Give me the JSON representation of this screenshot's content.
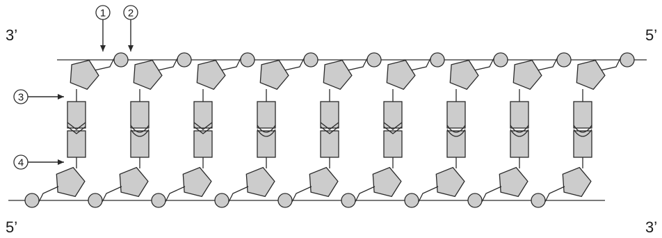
{
  "ends": {
    "top_left": "3’",
    "top_right": "5’",
    "bottom_left": "5’",
    "bottom_right": "3’"
  },
  "callouts": [
    "1",
    "2",
    "3",
    "4"
  ],
  "base_pairs": [
    {
      "top_joint": "chevron",
      "bottom_joint": "chevron"
    },
    {
      "top_joint": "cup",
      "bottom_joint": "cup"
    },
    {
      "top_joint": "chevron",
      "bottom_joint": "chevron"
    },
    {
      "top_joint": "cup",
      "bottom_joint": "cup"
    },
    {
      "top_joint": "chevron",
      "bottom_joint": "chevron"
    },
    {
      "top_joint": "chevron",
      "bottom_joint": "chevron"
    },
    {
      "top_joint": "cup",
      "bottom_joint": "cup"
    },
    {
      "top_joint": "cup",
      "bottom_joint": "cup"
    },
    {
      "top_joint": "cup",
      "bottom_joint": "cup"
    }
  ],
  "colors": {
    "shape_fill": "#cccccc",
    "stroke": "#2a2a2a"
  }
}
